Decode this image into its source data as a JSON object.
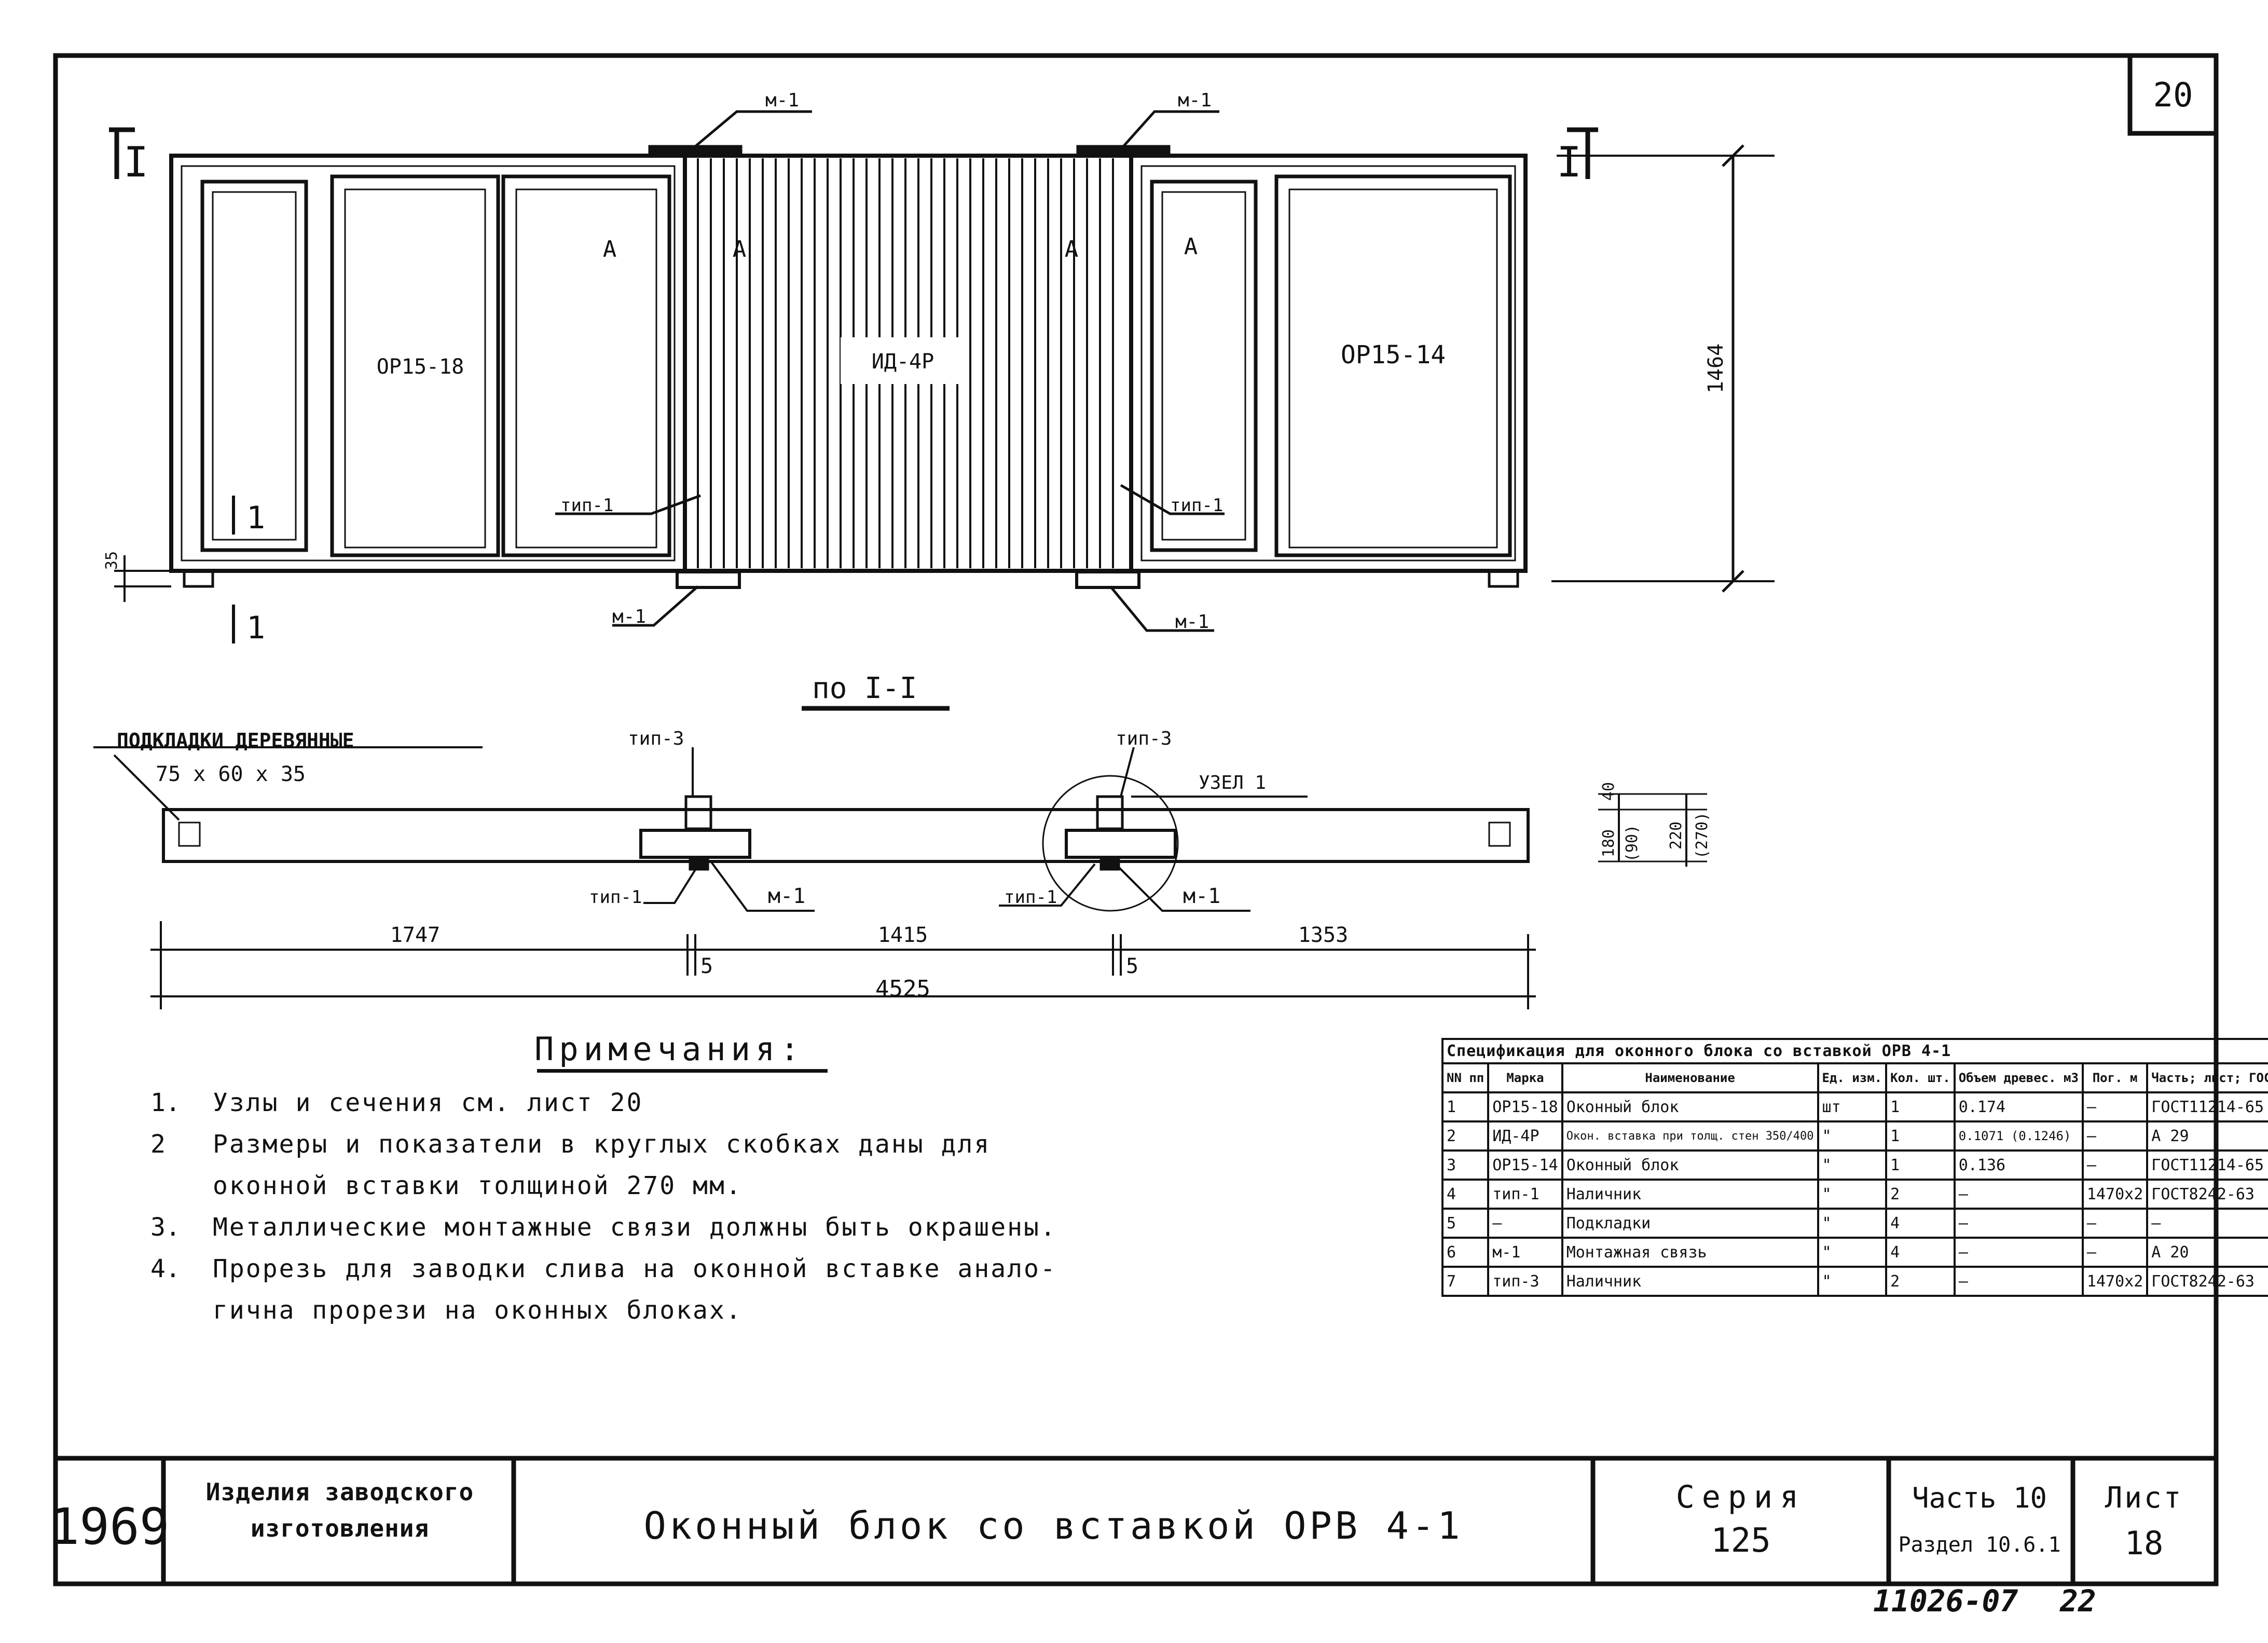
{
  "sheet_corner_number": "20",
  "elevation": {
    "section_mark_left": "I",
    "section_mark_right": "I",
    "left_block_label": "ОР15-18",
    "insert_label": "ИД-4Р",
    "right_block_label": "ОР15-14",
    "view_marks": [
      "А",
      "А",
      "А",
      "А"
    ],
    "callouts_top": [
      "м-1",
      "м-1"
    ],
    "callouts_bottom": [
      "м-1",
      "м-1"
    ],
    "callout_tip_left": "тип-1",
    "callout_tip_right": "тип-1",
    "height_dim": "1464",
    "support_dim": "35",
    "section_leg": "1"
  },
  "section": {
    "title": "по I-I",
    "wood_pads_label": "ПОДКЛАДКИ ДЕРЕВЯННЫЕ",
    "wood_pads_size": "75 x 60 x 35",
    "tip3_left": "тип-3",
    "tip3_right": "тип-3",
    "node_label": "УЗЕЛ 1",
    "tip1_left": "тип-1",
    "m1_left": "м-1",
    "tip1_right": "тип-1",
    "m1_right": "м-1",
    "thickness_dims": [
      "40",
      "180",
      "(90)",
      "220",
      "(270)"
    ],
    "dims_row1": [
      "1747",
      "1415",
      "1353"
    ],
    "gap_dims": [
      "5",
      "5"
    ],
    "overall_dim": "4525"
  },
  "notes": {
    "title": "Примечания:",
    "items": [
      {
        "num": "1.",
        "text": "Узлы и сечения см. лист 20"
      },
      {
        "num": "2",
        "text": "Размеры и показатели в круглых скобках даны для"
      },
      {
        "num": "",
        "text": "оконной вставки толщиной 270 мм."
      },
      {
        "num": "3.",
        "text": "Металлические монтажные связи должны быть окрашены."
      },
      {
        "num": "4.",
        "text": "Прорезь для заводки слива на оконной вставке анало-"
      },
      {
        "num": "",
        "text": "гична прорези на оконных блоках."
      }
    ]
  },
  "spec": {
    "caption": "Спецификация для оконного блока со вставкой ОРВ 4-1",
    "headers": [
      "NN пп",
      "Марка",
      "Наименование",
      "Ед. изм.",
      "Кол. шт.",
      "Объем древес. м3",
      "Пог. м",
      "Часть; лист; ГОСТ"
    ],
    "rows": [
      [
        "1",
        "ОР15-18",
        "Оконный блок",
        "шт",
        "1",
        "0.174",
        "—",
        "ГОСТ11214-65"
      ],
      [
        "2",
        "ИД-4Р",
        "Окон. вставка при толщ. стен 350/400",
        "\"",
        "1",
        "0.1071 (0.1246)",
        "—",
        "А 29"
      ],
      [
        "3",
        "ОР15-14",
        "Оконный блок",
        "\"",
        "1",
        "0.136",
        "—",
        "ГОСТ11214-65"
      ],
      [
        "4",
        "тип-1",
        "Наличник",
        "\"",
        "2",
        "—",
        "1470x2",
        "ГОСТ8242-63"
      ],
      [
        "5",
        "—",
        "Подкладки",
        "\"",
        "4",
        "—",
        "—",
        "—"
      ],
      [
        "6",
        "м-1",
        "Монтажная связь",
        "\"",
        "4",
        "—",
        "—",
        "А 20"
      ],
      [
        "7",
        "тип-3",
        "Наличник",
        "\"",
        "2",
        "—",
        "1470x2",
        "ГОСТ8242-63"
      ]
    ]
  },
  "title_block": {
    "year": "1969",
    "category": "Изделия заводского изготовления",
    "title": "Оконный блок со вставкой ОРВ 4-1",
    "series_label": "Серия",
    "series_value": "125",
    "part": "Часть 10",
    "section": "Раздел 10.6.1",
    "sheet_label": "Лист",
    "sheet_value": "18"
  },
  "archive_number": "11026-07",
  "archive_page": "22"
}
